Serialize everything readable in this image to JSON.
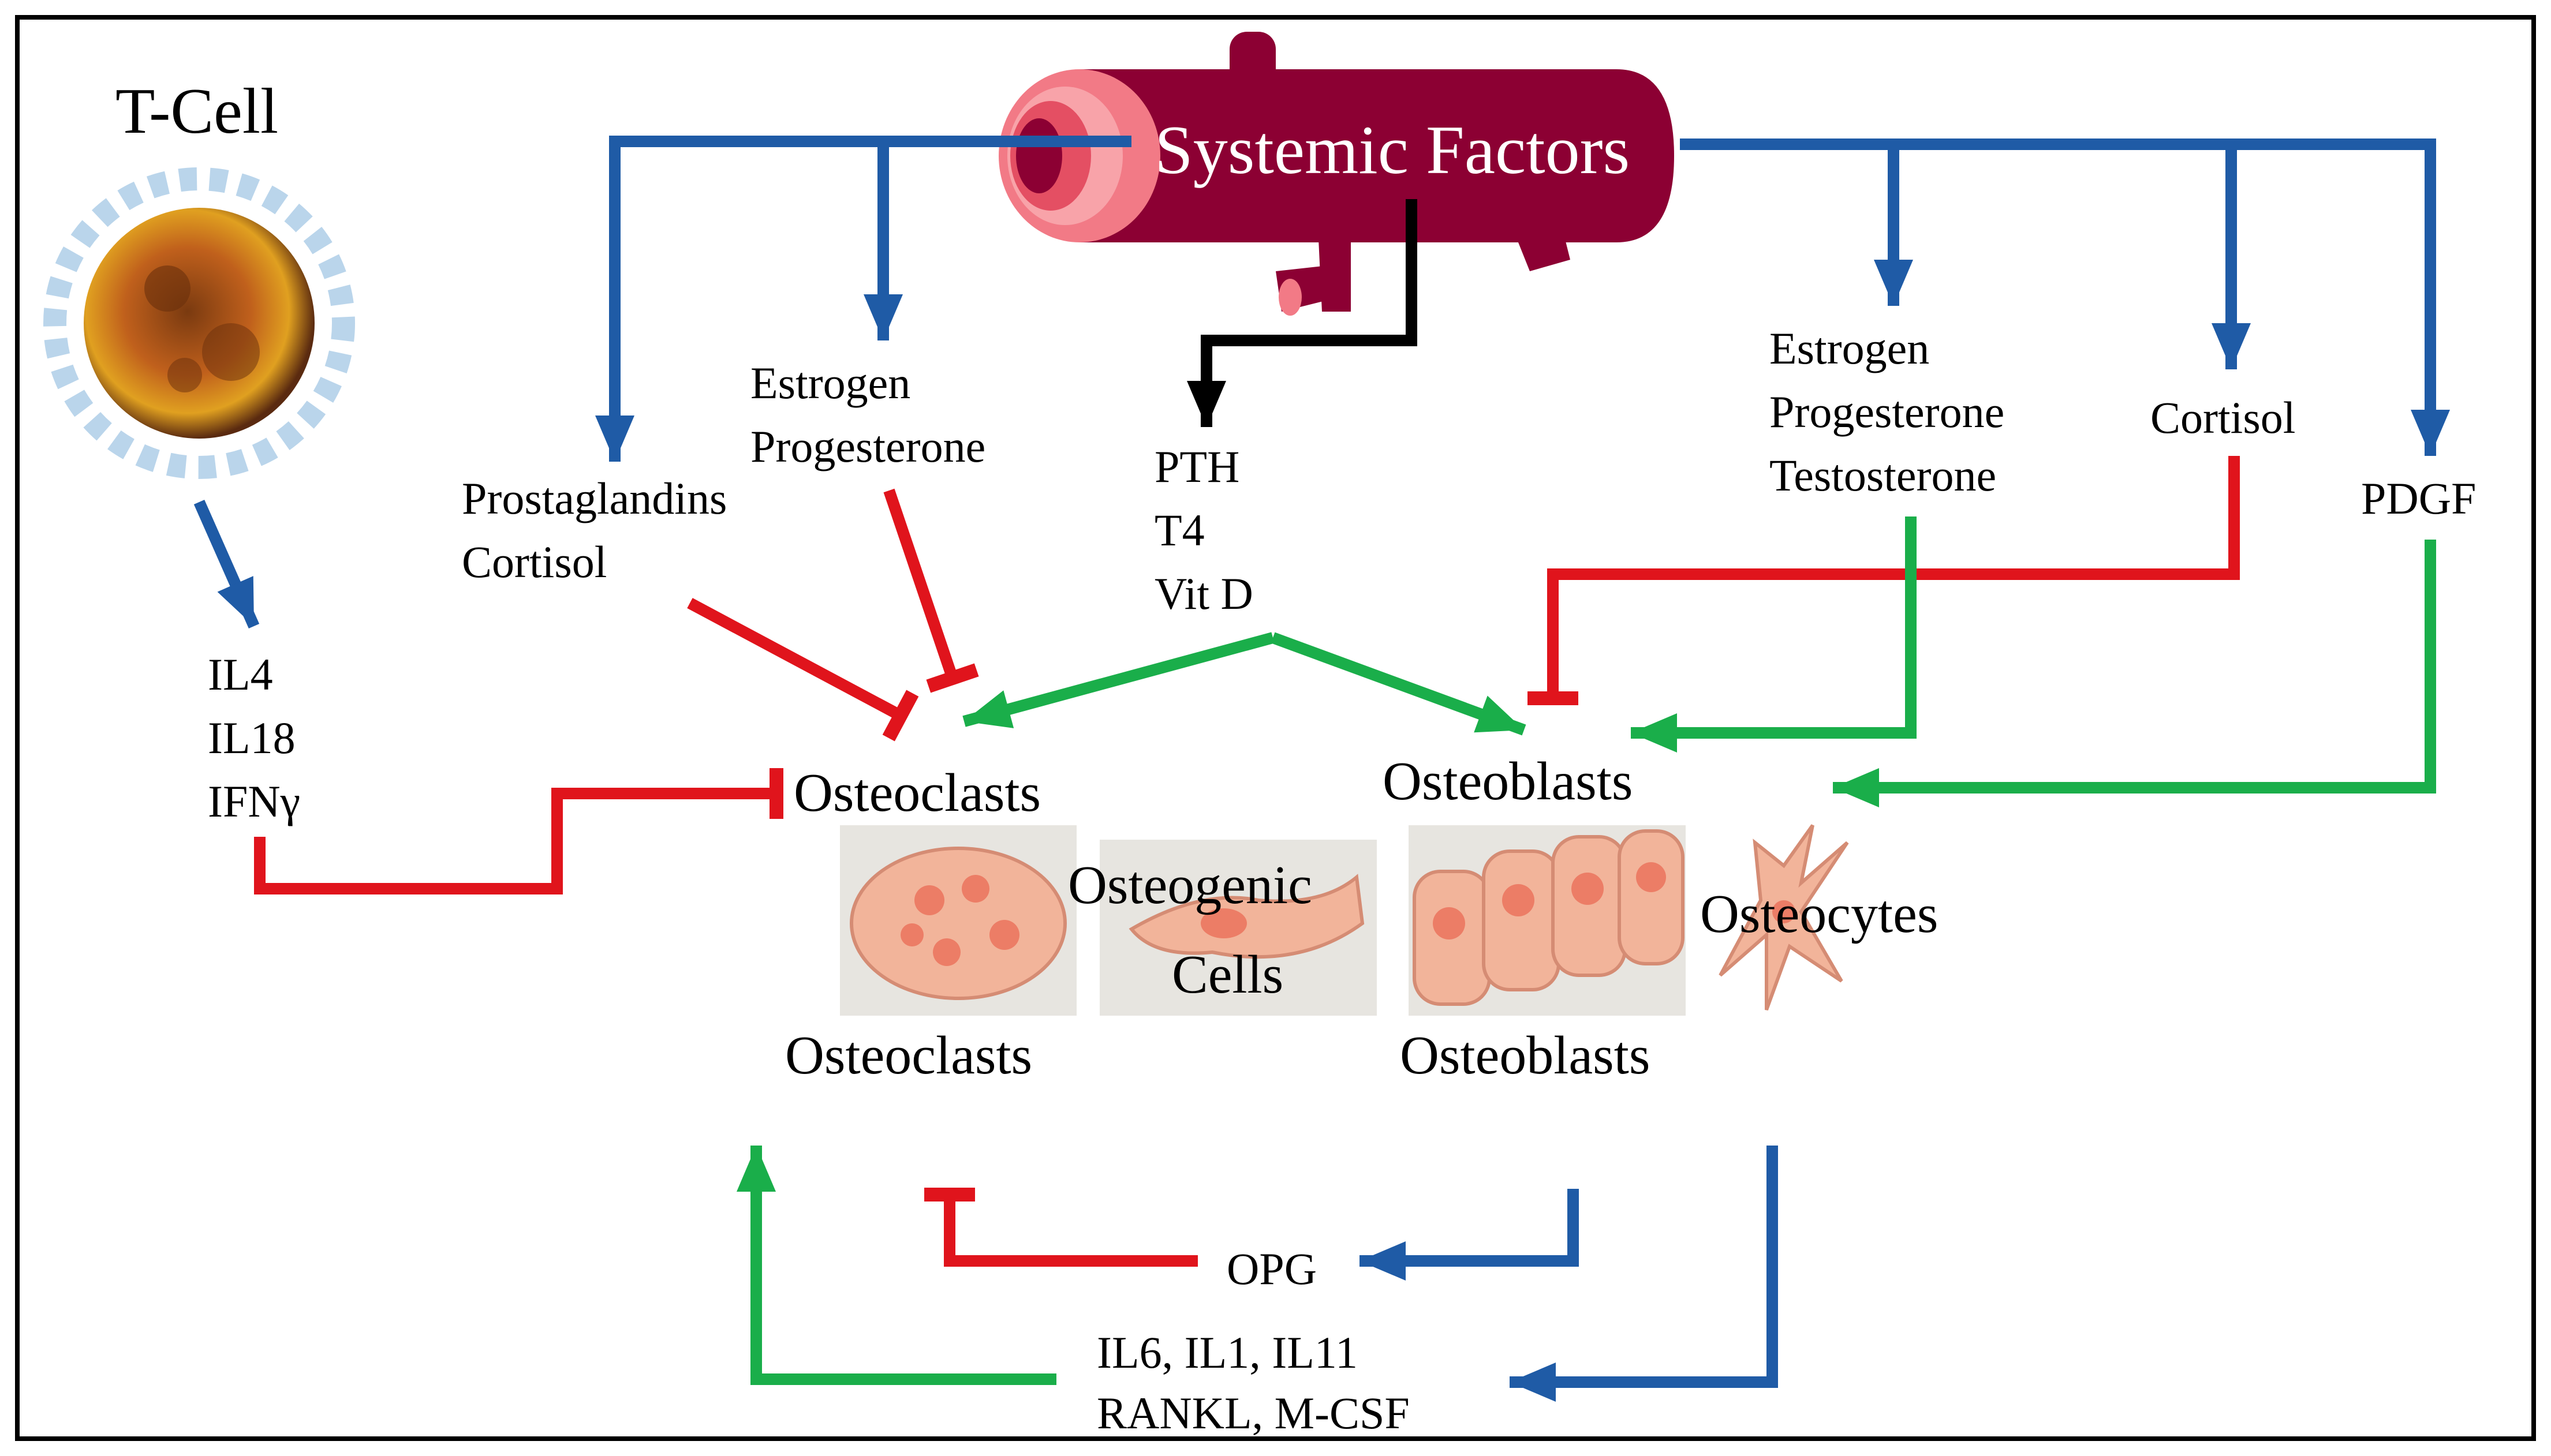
{
  "colors": {
    "blue": "#1f5ba6",
    "red": "#e0141c",
    "green": "#1aae4a",
    "black": "#000000",
    "vessel": "#8c0033",
    "vessel_inner": "#f27a86",
    "cell_fill": "#f2b49a",
    "cell_nucleus": "#ec7d66"
  },
  "header": {
    "tcell_label": "T-Cell",
    "systemic_label": "Systemic Factors"
  },
  "factors": {
    "prostaglandins": "Prostaglandins",
    "cortisol_left": "Cortisol",
    "estrogen_left": "Estrogen",
    "progesterone_left": "Progesterone",
    "pth": "PTH",
    "t4": "T4",
    "vitd": "Vit D",
    "estrogen_right": "Estrogen",
    "progesterone_right": "Progesterone",
    "testosterone": "Testosterone",
    "cortisol_right": "Cortisol",
    "pdgf": "PDGF",
    "il4": "IL4",
    "il18": "IL18",
    "ifng": "IFNγ"
  },
  "cells": {
    "osteoclasts_top": "Osteoclasts",
    "osteoblasts_top": "Osteoblasts",
    "osteogenic_1": "Osteogenic",
    "osteogenic_2": "Cells",
    "osteocytes": "Osteocytes",
    "osteoclasts_bottom": "Osteoclasts",
    "osteoblasts_bottom": "Osteoblasts"
  },
  "bottom": {
    "opg": "OPG",
    "line1": "IL6, IL1, IL11",
    "line2": "RANKL, M-CSF"
  }
}
